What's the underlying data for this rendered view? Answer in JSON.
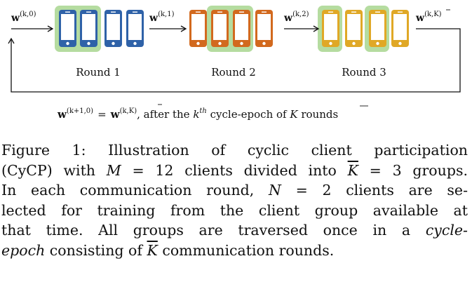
{
  "figure": {
    "weights": {
      "w0_base": "w",
      "w0_sup": "(k,0)",
      "w1_base": "w",
      "w1_sup": "(k,1)",
      "w2_base": "w",
      "w2_sup": "(k,2)",
      "wK_base": "w",
      "wK_sup": "(k,K)"
    },
    "rounds": [
      "Round 1",
      "Round 2",
      "Round 3"
    ],
    "colors": {
      "group1": "#2f62a8",
      "group2": "#d2691e",
      "group3": "#e0a826",
      "highlight": "#b5dca0"
    },
    "formula": {
      "lhs_base": "w",
      "lhs_sup": "(k+1,0)",
      "eq": "=",
      "rhs_base": "w",
      "rhs_sup": "(k,K)",
      "tail_a": ", after the ",
      "k": "k",
      "th": "th",
      "tail_b": " cycle-epoch of ",
      "K": "K",
      "tail_c": " rounds"
    }
  },
  "caption": {
    "line1_a": "Figure 1:  Illustration of cyclic client participation",
    "line2_a": "(CyCP) with ",
    "line2_M": "M",
    "line2_b": " = 12 clients divided into ",
    "line2_K": "K",
    "line2_c": " = 3 groups.",
    "line3_a": "In each communication round, ",
    "line3_N": "N",
    "line3_b": " = 2 clients are se-",
    "line4": "lected for training from the client group available at",
    "line5_a": "that time.  All groups are traversed once in a ",
    "line5_i": "cycle-",
    "line6_i": "epoch",
    "line6_a": " consisting of ",
    "line6_K": "K",
    "line6_b": " communication rounds."
  }
}
